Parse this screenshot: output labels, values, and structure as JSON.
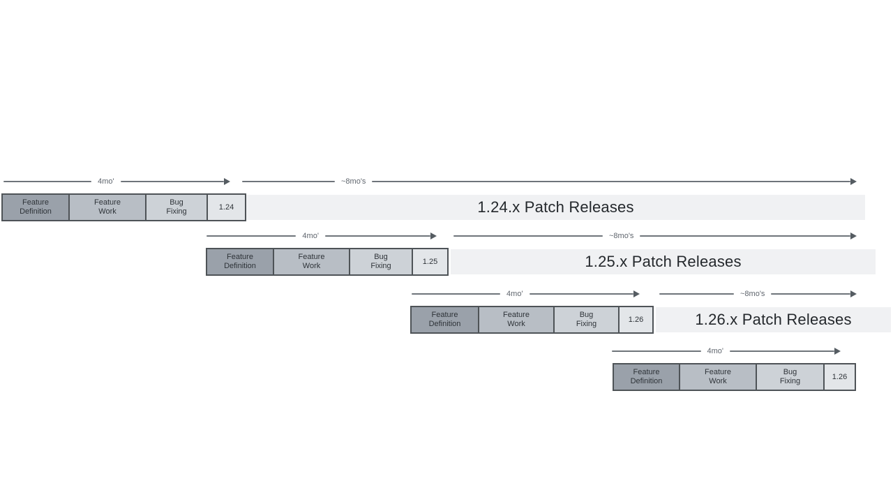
{
  "diagram": {
    "description": "Staggered release-cycle timeline with four overlapping release trains",
    "colors": {
      "feature_definition_fill": "#9aa1aa",
      "feature_work_fill": "#b8bec5",
      "bug_fixing_fill": "#cdd2d7",
      "version_box_fill": "#e3e6e9",
      "patch_bar_fill": "#f0f1f3",
      "box_border": "#4e5357",
      "arrow_line": "#6e747a",
      "duration_text": "#5f656d",
      "phase_text": "#2e3338",
      "patch_text": "#24282c"
    },
    "rows": [
      {
        "version": "1.24",
        "cycle_label": "4mo'",
        "patch_label": "~8mo's",
        "patch_release_text": "1.24.x Patch Releases",
        "phases": [
          {
            "line1": "Feature",
            "line2": "Definition"
          },
          {
            "line1": "Feature",
            "line2": "Work"
          },
          {
            "line1": "Bug",
            "line2": "Fixing"
          }
        ]
      },
      {
        "version": "1.25",
        "cycle_label": "4mo'",
        "patch_label": "~8mo's",
        "patch_release_text": "1.25.x Patch Releases",
        "phases": [
          {
            "line1": "Feature",
            "line2": "Definition"
          },
          {
            "line1": "Feature",
            "line2": "Work"
          },
          {
            "line1": "Bug",
            "line2": "Fixing"
          }
        ]
      },
      {
        "version": "1.26",
        "cycle_label": "4mo'",
        "patch_label": "~8mo's",
        "patch_release_text": "1.26.x Patch Releases",
        "phases": [
          {
            "line1": "Feature",
            "line2": "Definition"
          },
          {
            "line1": "Feature",
            "line2": "Work"
          },
          {
            "line1": "Bug",
            "line2": "Fixing"
          }
        ]
      },
      {
        "version": "1.26",
        "cycle_label": "4mo'",
        "phases": [
          {
            "line1": "Feature",
            "line2": "Definition"
          },
          {
            "line1": "Feature",
            "line2": "Work"
          },
          {
            "line1": "Bug",
            "line2": "Fixing"
          }
        ]
      }
    ]
  }
}
